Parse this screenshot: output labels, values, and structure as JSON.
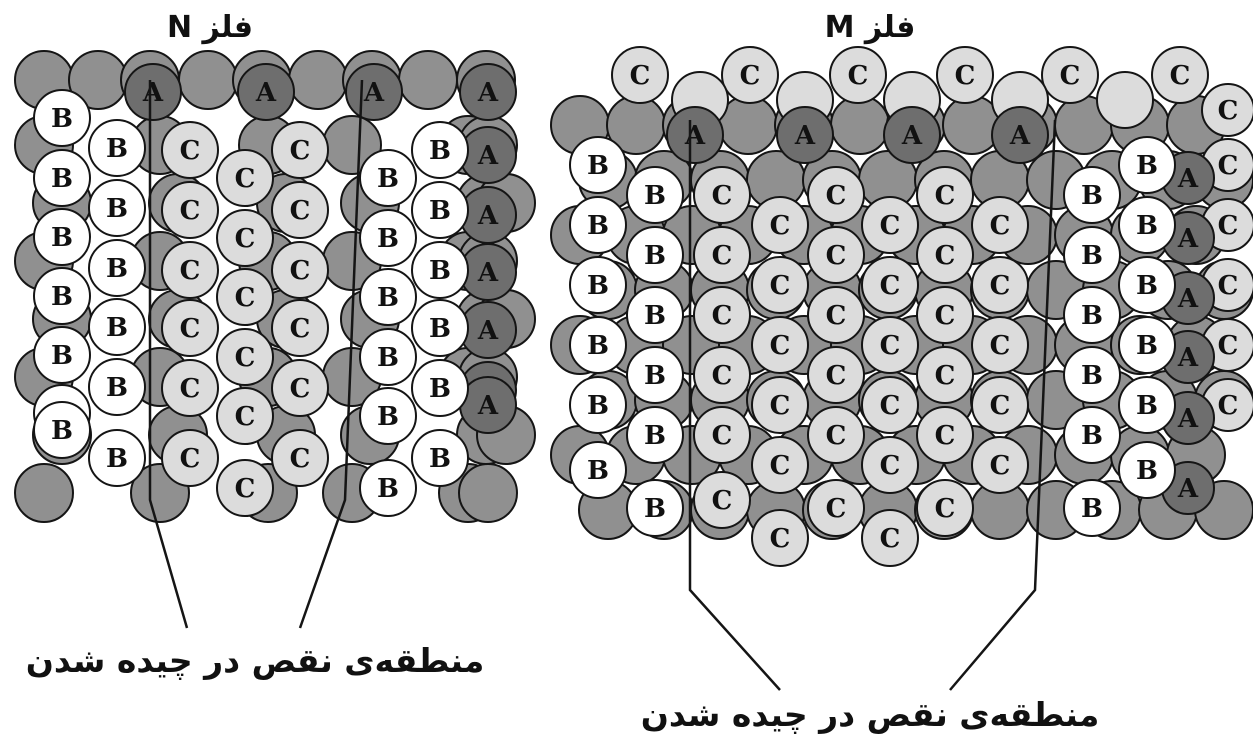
{
  "panels": [
    {
      "id": "N",
      "title": "فلز N",
      "caption": "منطقه‌ی نقص در چیده شدن",
      "atom_labels": {
        "a": "A",
        "b": "B",
        "c": "C"
      }
    },
    {
      "id": "M",
      "title": "فلز M",
      "caption": "منطقه‌ی نقص در چیده شدن",
      "atom_labels": {
        "a": "A",
        "b": "B",
        "c": "C"
      }
    }
  ],
  "colors": {
    "a_fill": "#6e6e6e",
    "bg_fill": "#909090",
    "b_fill": "#ffffff",
    "c_fill": "#dcdcdc",
    "stroke": "#151515"
  }
}
